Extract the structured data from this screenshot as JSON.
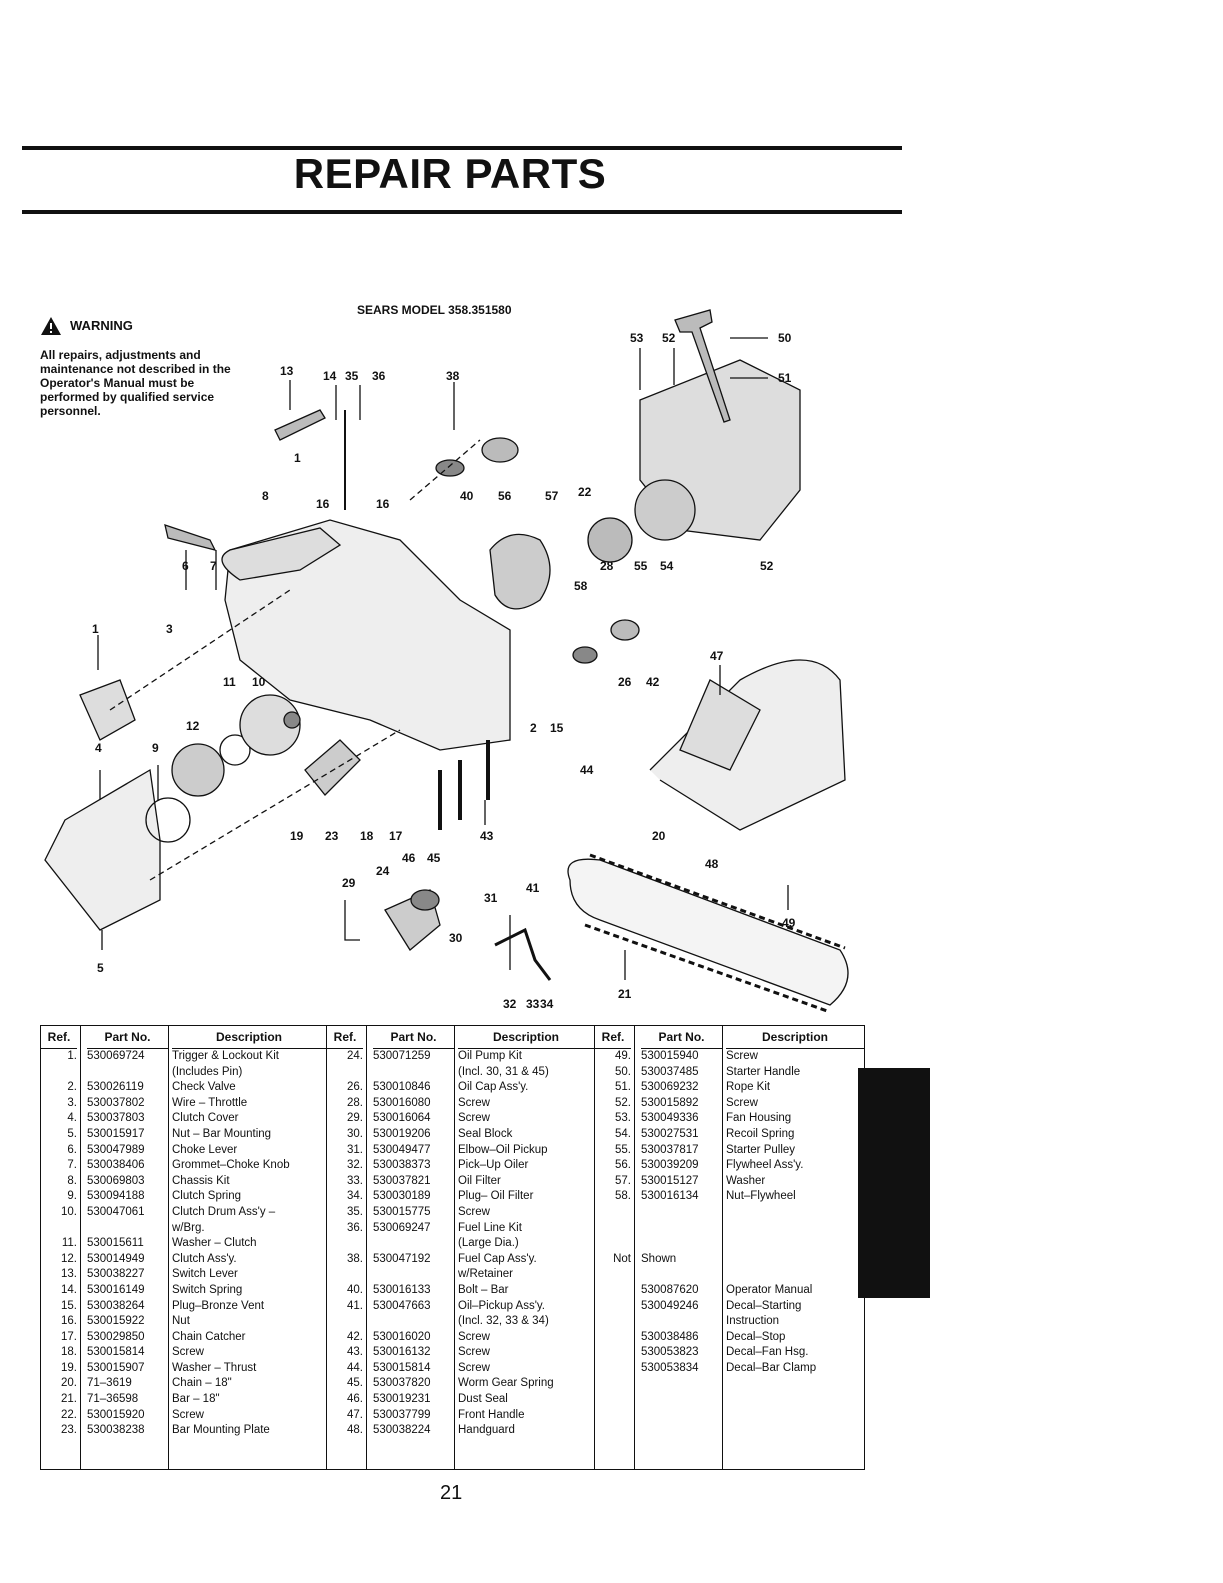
{
  "page": {
    "title": "REPAIR PARTS",
    "page_number": "21"
  },
  "warning": {
    "label": "WARNING",
    "text": "All repairs, adjustments and maintenance not described in the Operator's Manual must be performed by qualified service personnel."
  },
  "diagram": {
    "model": "SEARS MODEL 358.351580",
    "callouts": [
      "13",
      "14",
      "35",
      "36",
      "38",
      "53",
      "52",
      "50",
      "51",
      "1",
      "8",
      "16",
      "16",
      "40",
      "56",
      "57",
      "22",
      "6",
      "7",
      "58",
      "28",
      "55",
      "54",
      "52",
      "1",
      "3",
      "47",
      "11",
      "10",
      "26",
      "42",
      "12",
      "2",
      "15",
      "4",
      "9",
      "44",
      "19",
      "23",
      "18",
      "17",
      "43",
      "20",
      "48",
      "46",
      "45",
      "24",
      "29",
      "41",
      "31",
      "30",
      "49",
      "5",
      "32",
      "33",
      "34",
      "21"
    ]
  },
  "table": {
    "headers": {
      "ref": "Ref.",
      "part": "Part No.",
      "desc": "Description"
    },
    "col1": [
      {
        "ref": "1.",
        "part": "530069724",
        "desc": "Trigger & Lockout  Kit"
      },
      {
        "ref": "",
        "part": "",
        "desc": "(Includes Pin)"
      },
      {
        "ref": "2.",
        "part": "530026119",
        "desc": "Check Valve"
      },
      {
        "ref": "3.",
        "part": "530037802",
        "desc": "Wire – Throttle"
      },
      {
        "ref": "4.",
        "part": "530037803",
        "desc": "Clutch Cover"
      },
      {
        "ref": "5.",
        "part": "530015917",
        "desc": "Nut – Bar Mounting"
      },
      {
        "ref": "6.",
        "part": "530047989",
        "desc": "Choke Lever"
      },
      {
        "ref": "7.",
        "part": "530038406",
        "desc": "Grommet–Choke Knob"
      },
      {
        "ref": "8.",
        "part": "530069803",
        "desc": "Chassis Kit"
      },
      {
        "ref": "9.",
        "part": "530094188",
        "desc": "Clutch Spring"
      },
      {
        "ref": "10.",
        "part": "530047061",
        "desc": "Clutch Drum Ass'y –"
      },
      {
        "ref": "",
        "part": "",
        "desc": "w/Brg."
      },
      {
        "ref": "11.",
        "part": "530015611",
        "desc": "Washer – Clutch"
      },
      {
        "ref": "12.",
        "part": "530014949",
        "desc": "Clutch Ass'y."
      },
      {
        "ref": "13.",
        "part": "530038227",
        "desc": "Switch Lever"
      },
      {
        "ref": "14.",
        "part": "530016149",
        "desc": "Switch Spring"
      },
      {
        "ref": "15.",
        "part": "530038264",
        "desc": "Plug–Bronze Vent"
      },
      {
        "ref": "16.",
        "part": "530015922",
        "desc": "Nut"
      },
      {
        "ref": "17.",
        "part": "530029850",
        "desc": "Chain Catcher"
      },
      {
        "ref": "18.",
        "part": "530015814",
        "desc": "Screw"
      },
      {
        "ref": "19.",
        "part": "530015907",
        "desc": "Washer – Thrust"
      },
      {
        "ref": "20.",
        "part": "71–3619",
        "desc": "Chain – 18\""
      },
      {
        "ref": "21.",
        "part": "71–36598",
        "desc": "Bar – 18\""
      },
      {
        "ref": "22.",
        "part": "530015920",
        "desc": "Screw"
      },
      {
        "ref": "23.",
        "part": "530038238",
        "desc": "Bar Mounting Plate"
      }
    ],
    "col2": [
      {
        "ref": "24.",
        "part": "530071259",
        "desc": "Oil Pump Kit"
      },
      {
        "ref": "",
        "part": "",
        "desc": "(Incl. 30, 31 & 45)"
      },
      {
        "ref": "26.",
        "part": "530010846",
        "desc": "Oil Cap Ass'y."
      },
      {
        "ref": "28.",
        "part": "530016080",
        "desc": "Screw"
      },
      {
        "ref": "29.",
        "part": "530016064",
        "desc": "Screw"
      },
      {
        "ref": "30.",
        "part": "530019206",
        "desc": "Seal Block"
      },
      {
        "ref": "31.",
        "part": "530049477",
        "desc": "Elbow–Oil Pickup"
      },
      {
        "ref": "32.",
        "part": "530038373",
        "desc": "Pick–Up Oiler"
      },
      {
        "ref": "33.",
        "part": "530037821",
        "desc": "Oil  Filter"
      },
      {
        "ref": "34.",
        "part": "530030189",
        "desc": "Plug– Oil Filter"
      },
      {
        "ref": "35.",
        "part": "530015775",
        "desc": "Screw"
      },
      {
        "ref": "36.",
        "part": "530069247",
        "desc": "Fuel Line Kit"
      },
      {
        "ref": "",
        "part": "",
        "desc": "(Large Dia.)"
      },
      {
        "ref": "38.",
        "part": "530047192",
        "desc": "Fuel Cap Ass'y."
      },
      {
        "ref": "",
        "part": "",
        "desc": "w/Retainer"
      },
      {
        "ref": "40.",
        "part": "530016133",
        "desc": "Bolt – Bar"
      },
      {
        "ref": "41.",
        "part": "530047663",
        "desc": "Oil–Pickup Ass'y."
      },
      {
        "ref": "",
        "part": "",
        "desc": "(Incl. 32, 33 & 34)"
      },
      {
        "ref": "42.",
        "part": "530016020",
        "desc": "Screw"
      },
      {
        "ref": "43.",
        "part": "530016132",
        "desc": "Screw"
      },
      {
        "ref": "44.",
        "part": "530015814",
        "desc": "Screw"
      },
      {
        "ref": "45.",
        "part": "530037820",
        "desc": "Worm Gear Spring"
      },
      {
        "ref": "46.",
        "part": "530019231",
        "desc": "Dust Seal"
      },
      {
        "ref": "47.",
        "part": "530037799",
        "desc": "Front Handle"
      },
      {
        "ref": "48.",
        "part": "530038224",
        "desc": "Handguard"
      }
    ],
    "col3": [
      {
        "ref": "49.",
        "part": "530015940",
        "desc": "Screw"
      },
      {
        "ref": "50.",
        "part": "530037485",
        "desc": "Starter Handle"
      },
      {
        "ref": "51.",
        "part": "530069232",
        "desc": "Rope Kit"
      },
      {
        "ref": "52.",
        "part": "530015892",
        "desc": "Screw"
      },
      {
        "ref": "53.",
        "part": "530049336",
        "desc": "Fan Housing"
      },
      {
        "ref": "54.",
        "part": "530027531",
        "desc": "Recoil Spring"
      },
      {
        "ref": "55.",
        "part": "530037817",
        "desc": "Starter Pulley"
      },
      {
        "ref": "56.",
        "part": "530039209",
        "desc": "Flywheel Ass'y."
      },
      {
        "ref": "57.",
        "part": "530015127",
        "desc": "Washer"
      },
      {
        "ref": "58.",
        "part": "530016134",
        "desc": "Nut–Flywheel"
      },
      {
        "ref": "",
        "part": "",
        "desc": ""
      },
      {
        "ref": "",
        "part": "",
        "desc": ""
      },
      {
        "ref": "",
        "part": "",
        "desc": ""
      },
      {
        "ref": "Not",
        "part": "Shown",
        "desc": ""
      },
      {
        "ref": "",
        "part": "",
        "desc": ""
      },
      {
        "ref": "",
        "part": "530087620",
        "desc": "Operator Manual"
      },
      {
        "ref": "",
        "part": "530049246",
        "desc": "Decal–Starting"
      },
      {
        "ref": "",
        "part": "",
        "desc": "Instruction"
      },
      {
        "ref": "",
        "part": "530038486",
        "desc": "Decal–Stop"
      },
      {
        "ref": "",
        "part": "530053823",
        "desc": "Decal–Fan Hsg."
      },
      {
        "ref": "",
        "part": "530053834",
        "desc": "Decal–Bar Clamp"
      }
    ]
  }
}
